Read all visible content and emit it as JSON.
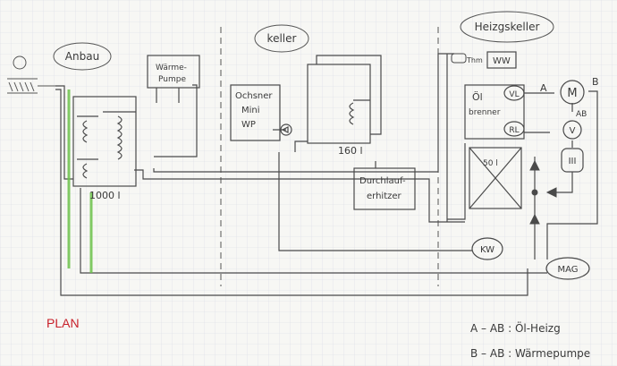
{
  "rooms": {
    "anbau": "Anbau",
    "keller": "keller",
    "heizungskeller": "Heizgskeller"
  },
  "components": {
    "waermepumpe": [
      "Wärme-",
      "Pumpe"
    ],
    "tank_large": "1000 l",
    "ochsner": [
      "Ochsner",
      "Mini",
      "WP"
    ],
    "tank_small": "160 l",
    "durchlauferhitzer": [
      "Durchlauf-",
      "erhitzer"
    ],
    "thermostat": "Thm",
    "ww": "WW",
    "oelbrenner": [
      "Öl",
      "brenner"
    ],
    "vl": "VL",
    "rl": "RL",
    "m": "M",
    "kw": "KW",
    "mag": "MAG",
    "crossed_box": "50 l",
    "pump_label": "V",
    "heat_label": "III"
  },
  "labels": {
    "A": "A",
    "B": "B",
    "AB": "AB",
    "plan": "PLAN"
  },
  "legend": [
    "A – AB : Öl-Heizg",
    "B – AB : Wärmepumpe"
  ],
  "colors": {
    "ink": "#4a4a4a",
    "grid": "#d7dbe4",
    "green": "#6cc24a",
    "plan_red": "#c8202a"
  }
}
